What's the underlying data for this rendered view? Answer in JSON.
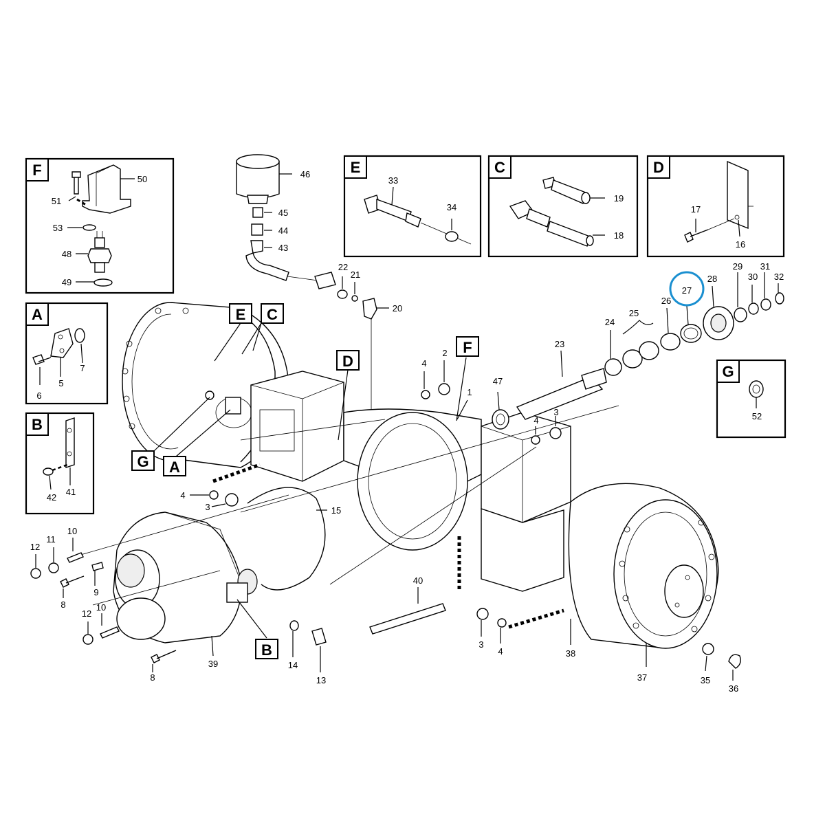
{
  "insets": {
    "F": {
      "letter": "F",
      "parts": [
        "50",
        "51",
        "53",
        "48",
        "49"
      ]
    },
    "A": {
      "letter": "A",
      "parts": [
        "7",
        "5",
        "6"
      ]
    },
    "B": {
      "letter": "B",
      "parts": [
        "42",
        "41"
      ]
    },
    "E": {
      "letter": "E",
      "parts": [
        "33",
        "34"
      ]
    },
    "C": {
      "letter": "C",
      "parts": [
        "19",
        "18"
      ]
    },
    "D": {
      "letter": "D",
      "parts": [
        "17",
        "16"
      ]
    },
    "G": {
      "letter": "G",
      "parts": [
        "52"
      ]
    }
  },
  "callouts": {
    "E": "E",
    "C": "C",
    "D": "D",
    "F": "F",
    "G": "G",
    "A": "A",
    "B": "B"
  },
  "highlight": {
    "part": "27",
    "color": "#1a8fd0"
  },
  "parts": {
    "p1": "1",
    "p2": "2",
    "p3a": "3",
    "p3b": "3",
    "p3c": "3",
    "p4a": "4",
    "p4b": "4",
    "p4c": "4",
    "p8a": "8",
    "p8b": "8",
    "p9": "9",
    "p10a": "10",
    "p10b": "10",
    "p11": "11",
    "p12a": "12",
    "p12b": "12",
    "p13": "13",
    "p14": "14",
    "p15": "15",
    "p20": "20",
    "p21": "21",
    "p22": "22",
    "p23": "23",
    "p24": "24",
    "p25": "25",
    "p26": "26",
    "p27": "27",
    "p28": "28",
    "p29": "29",
    "p30": "30",
    "p31": "31",
    "p32": "32",
    "p35": "35",
    "p36": "36",
    "p37": "37",
    "p38": "38",
    "p39": "39",
    "p40": "40",
    "p43": "43",
    "p44": "44",
    "p45": "45",
    "p46": "46",
    "p47": "47"
  }
}
